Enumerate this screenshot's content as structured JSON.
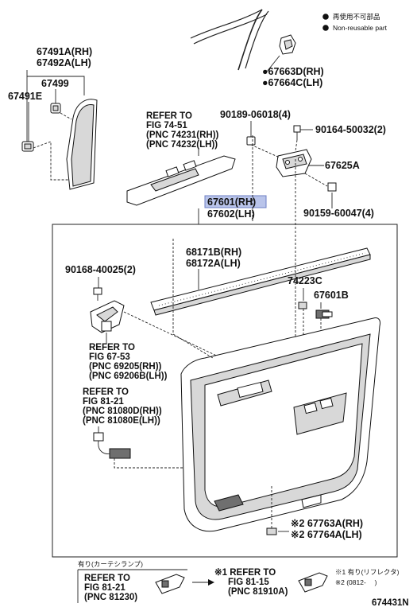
{
  "legend": {
    "not_reusable_jp": "再使用不可部品",
    "not_reusable_en": "Non-reusable part"
  },
  "labels": {
    "p67663D": "●67663D(RH)",
    "p67664C": "●67664C(LH)",
    "p67491A": "67491A(RH)",
    "p67492A": "67492A(LH)",
    "p67499": "67499",
    "p67491E": "67491E",
    "refer_74_51": [
      "REFER TO",
      "FIG 74-51",
      "(PNC 74231(RH))",
      "(PNC 74232(LH))"
    ],
    "p90189": "90189-06018(4)",
    "p90164": "90164-50032(2)",
    "p67625A": "67625A",
    "p67601_rh": "67601(RH)",
    "p67602_lh": "67602(LH)",
    "p90159": "90159-60047(4)",
    "p90168": "90168-40025(2)",
    "p68171B": "68171B(RH)",
    "p68172A": "68172A(LH)",
    "p74223C": "74223C",
    "p67601B": "67601B",
    "refer_67_53": [
      "REFER TO",
      "FIG 67-53",
      "(PNC 69205(RH))",
      "(PNC 69206B(LH))"
    ],
    "refer_81_21": [
      "REFER TO",
      "FIG 81-21",
      "(PNC 81080D(RH))",
      "(PNC 81080E(LH))"
    ],
    "p67763A": "※2 67763A(RH)",
    "p67764A": "※2 67764A(LH)",
    "courtesy_lamp_note": "有り(カーテシランプ)",
    "refer_81_21_b": [
      "REFER TO",
      "FIG 81-21",
      "(PNC 81230)"
    ],
    "refer_81_15": [
      "※1 REFER TO",
      "FIG 81-15",
      "(PNC 81910A)"
    ],
    "note1": "※1 有り(リフレクタ)",
    "note2": "※2 (0812-　 )",
    "diagram_id": "674431N"
  }
}
